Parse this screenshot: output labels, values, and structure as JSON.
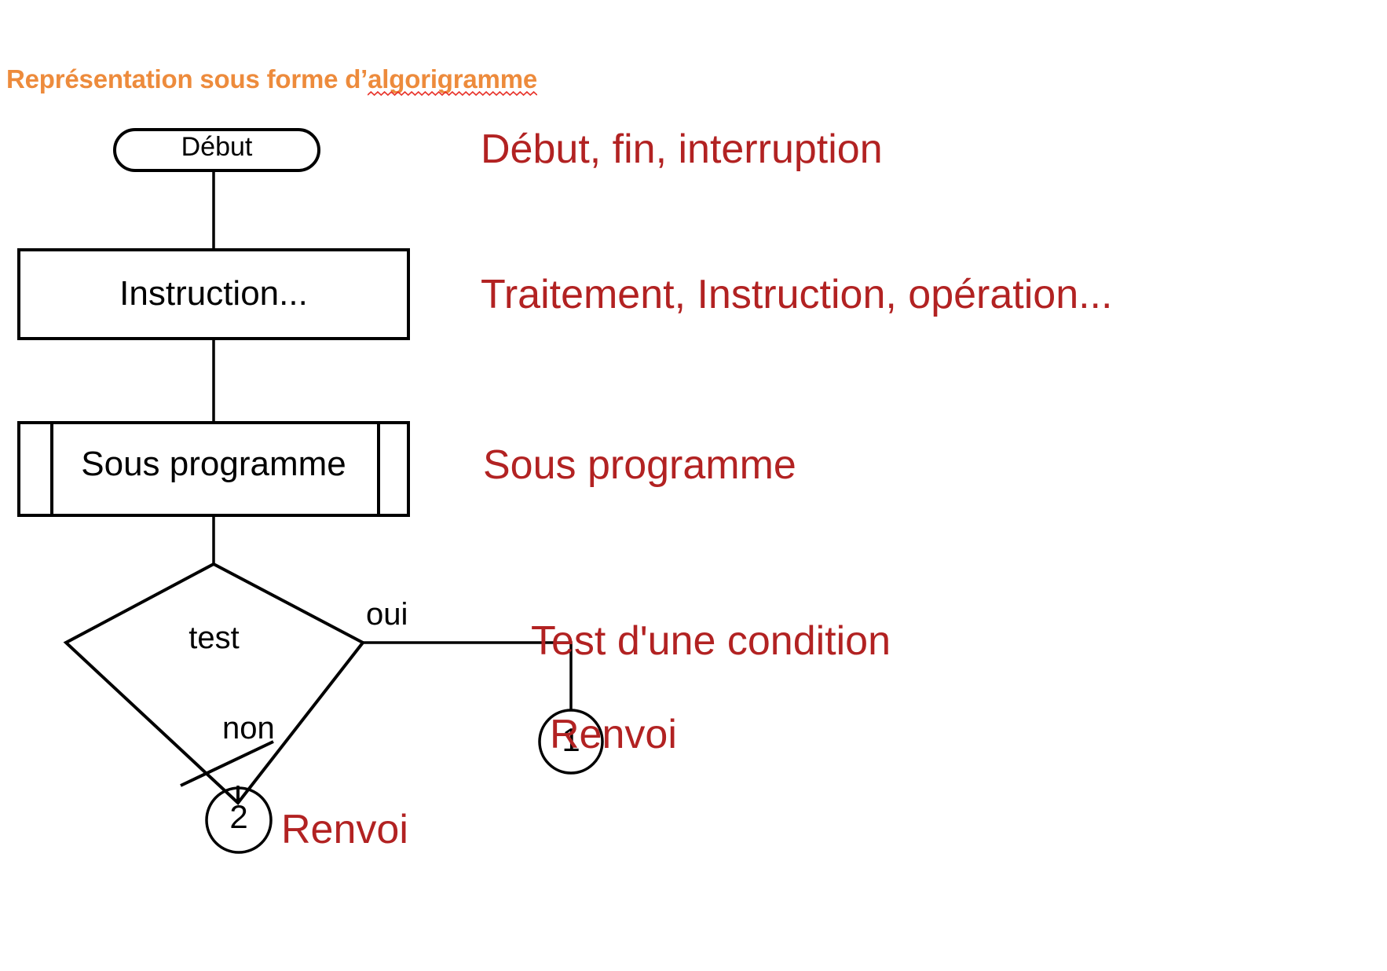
{
  "slide": {
    "title_prefix": "Représentation sous forme d’",
    "title_misspelled_word": "algorigramme",
    "title_color": "#ED8B3C",
    "legend_color": "#B22222",
    "stroke_color": "#000000",
    "background_color": "#FFFFFF"
  },
  "flowchart": {
    "nodes": [
      {
        "id": "start",
        "shape": "rounded-terminator",
        "label": "Début"
      },
      {
        "id": "instruction",
        "shape": "rectangle",
        "label": "Instruction..."
      },
      {
        "id": "subprogram",
        "shape": "predefined-process",
        "label": "Sous programme"
      },
      {
        "id": "decision",
        "shape": "diamond",
        "label": "test"
      },
      {
        "id": "connector1",
        "shape": "circle",
        "label": "1"
      },
      {
        "id": "connector2",
        "shape": "circle",
        "label": "2"
      }
    ],
    "edge_labels": {
      "yes": "oui",
      "no": "non"
    }
  },
  "legend": {
    "items": [
      {
        "for": "start",
        "text": "Début, fin, interruption"
      },
      {
        "for": "instruction",
        "text": "Traitement, Instruction, opération..."
      },
      {
        "for": "subprogram",
        "text": "Sous programme"
      },
      {
        "for": "decision",
        "text": "Test d'une condition"
      },
      {
        "for": "connector1",
        "text": "Renvoi"
      },
      {
        "for": "connector2",
        "text": "Renvoi"
      }
    ]
  }
}
